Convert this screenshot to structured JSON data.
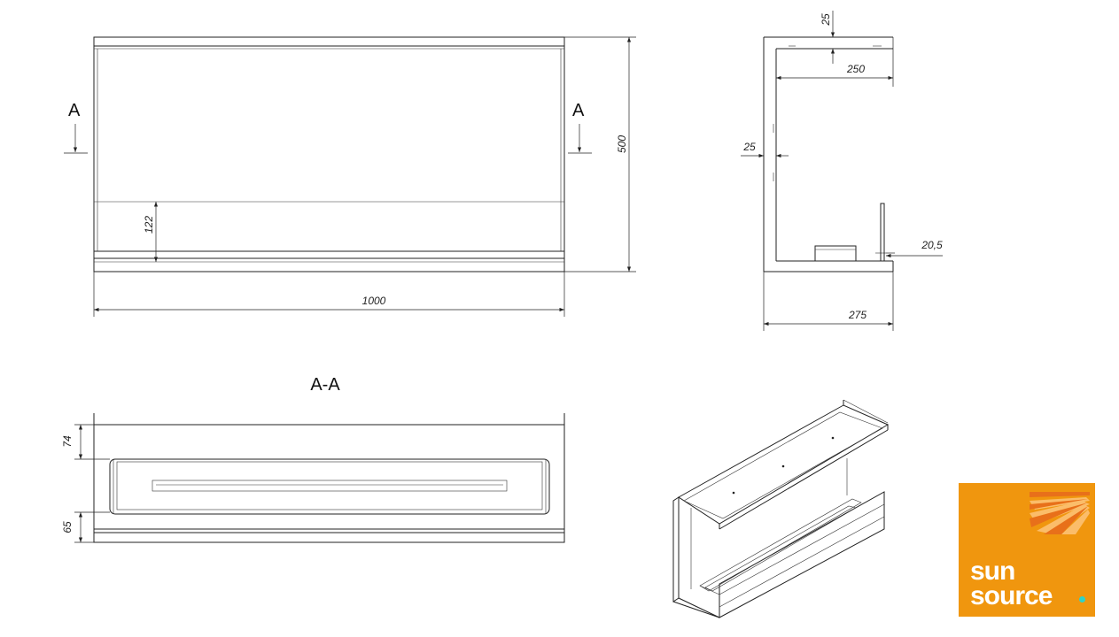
{
  "view_labels": {
    "section_left": "A",
    "section_right": "A",
    "section_title": "A-A"
  },
  "dimensions": {
    "height_total": "500",
    "width_total": "1000",
    "shelf_height": "122",
    "top_thickness": "25",
    "inner_depth": "250",
    "wall_thickness": "25",
    "lip_height": "20,5",
    "depth_total": "275",
    "section_top": "74",
    "section_bottom": "65"
  },
  "logo": {
    "line1": "sun",
    "line2": "source",
    "bg_color": "#f0960e",
    "dot_color": "#2fd3c8"
  }
}
